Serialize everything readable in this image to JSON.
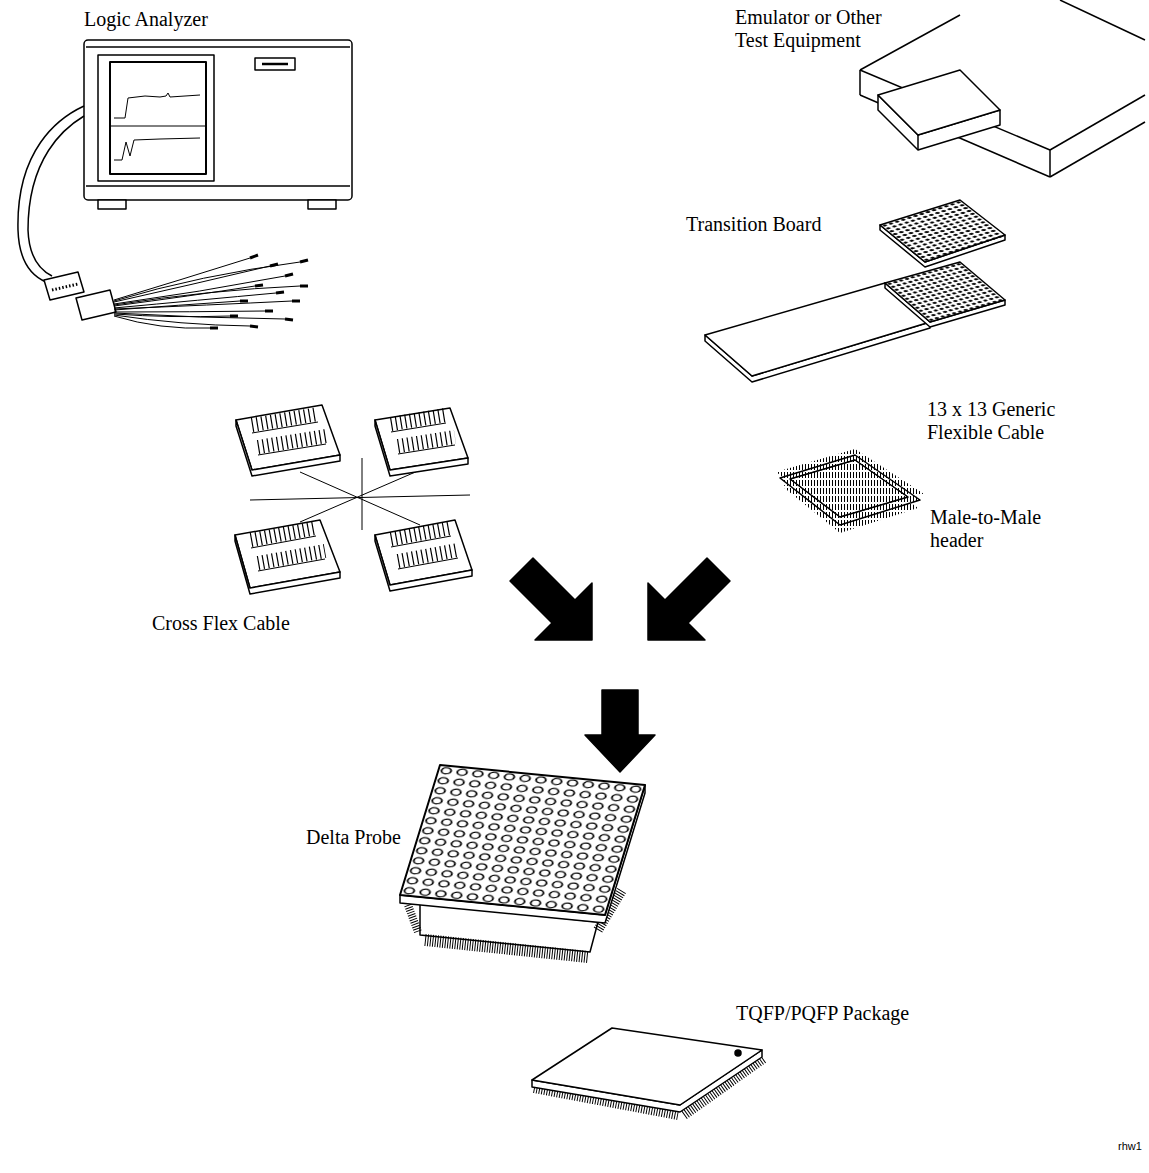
{
  "diagram": {
    "labels": [
      "Logic Analyzer",
      "Emulator or Other Test Equipment",
      "Transition Board",
      "13 x 13 Generic Flexible Cable",
      "Male-to-Male header",
      "Cross Flex Cable",
      "Delta Probe",
      "TQFP/PQFP Package",
      "rhw1"
    ]
  }
}
